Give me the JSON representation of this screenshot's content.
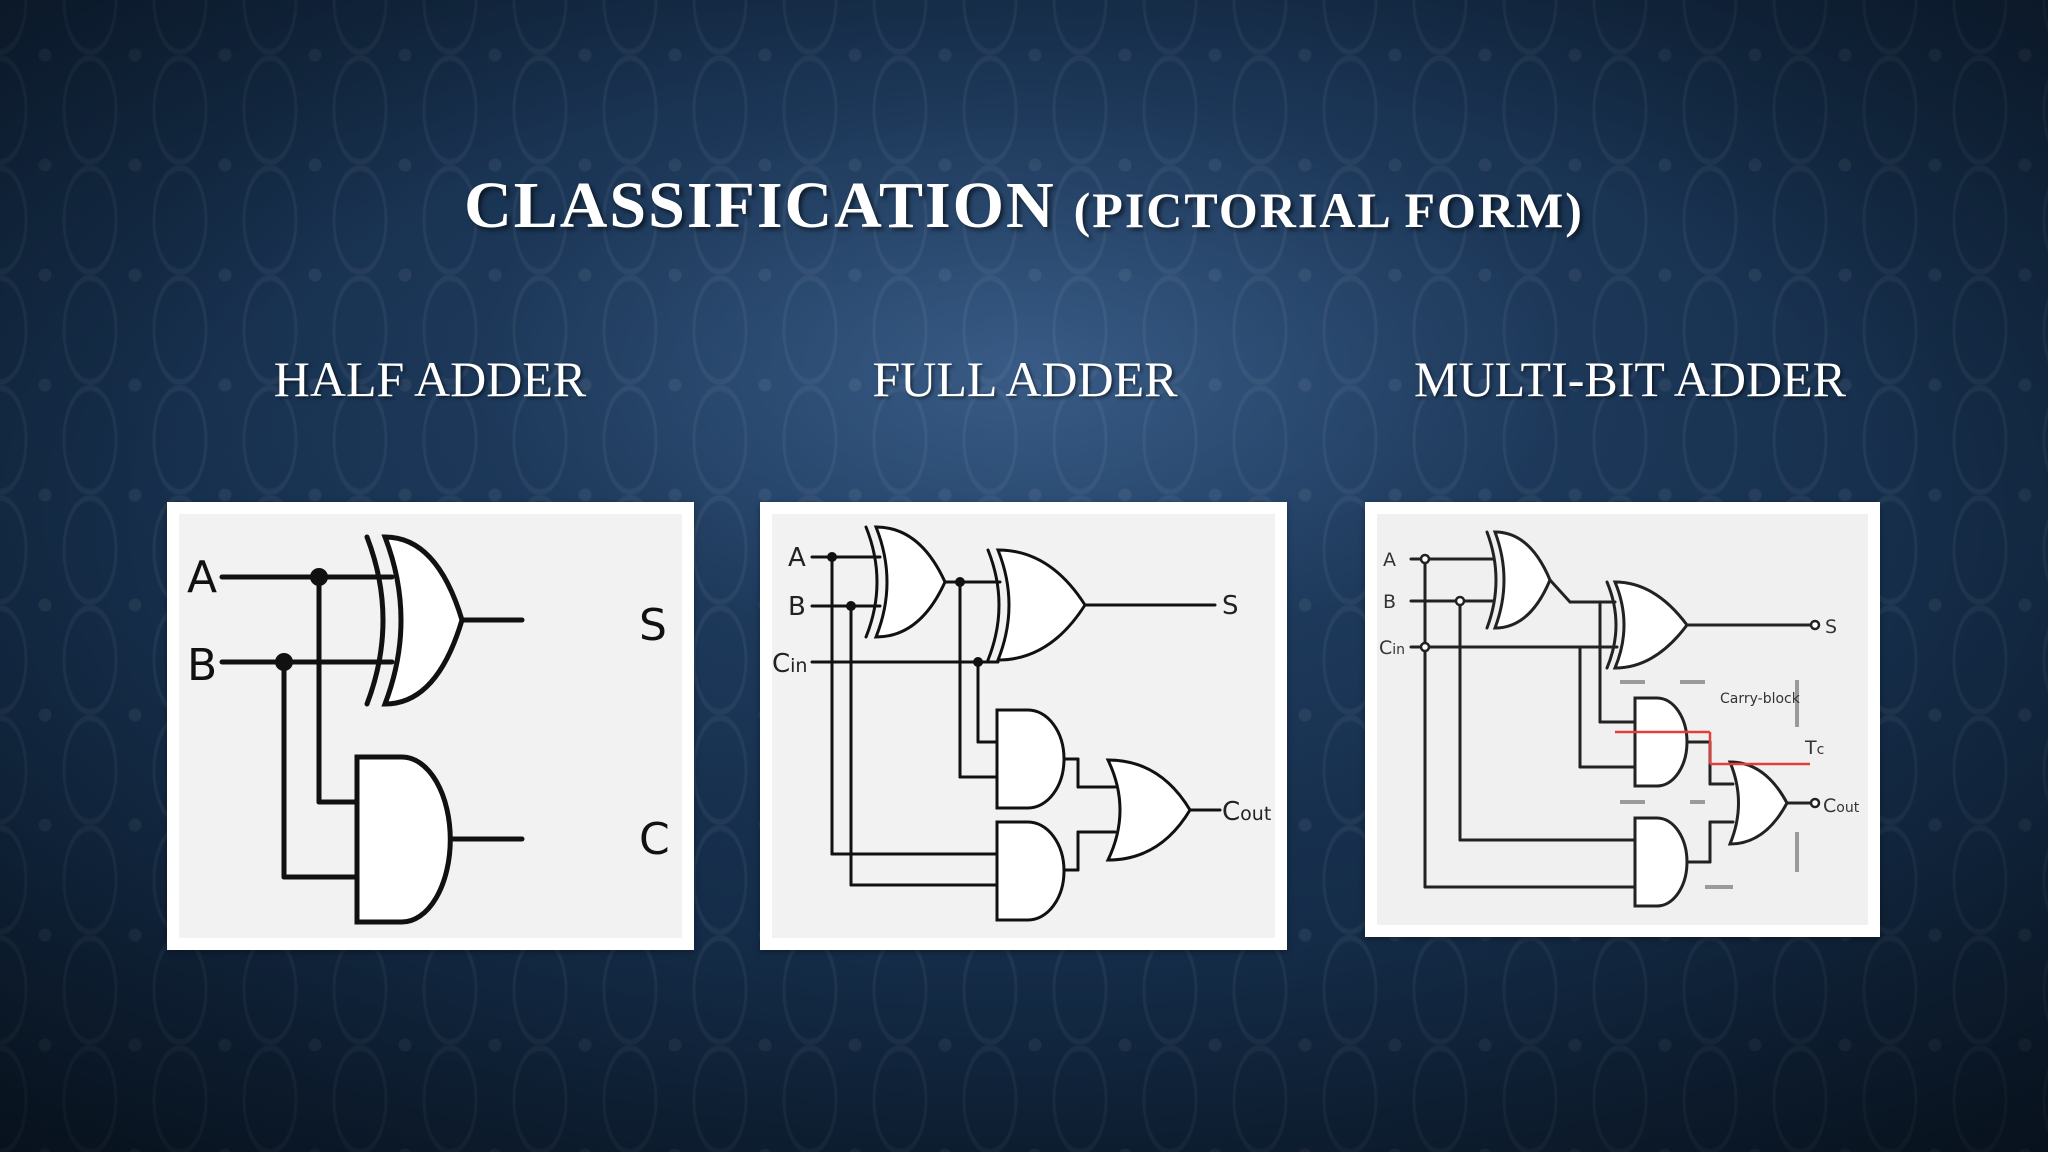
{
  "title": {
    "main": "CLASSIFICATION",
    "sub": "(PICTORIAL FORM)"
  },
  "columns": [
    {
      "heading": "HALF ADDER"
    },
    {
      "heading": "FULL ADDER"
    },
    {
      "heading": "MULTI-BIT ADDER"
    }
  ],
  "half_adder": {
    "in_a": "A",
    "in_b": "B",
    "out_s": "S",
    "out_c": "C"
  },
  "full_adder": {
    "in_a": "A",
    "in_b": "B",
    "in_c": "C",
    "in_c_sub": "in",
    "out_s": "S",
    "out_cout": "C",
    "out_cout_sub": "out"
  },
  "multi_bit_adder": {
    "in_a": "A",
    "in_b": "B",
    "in_c": "C",
    "in_c_sub": "in",
    "out_s": "S",
    "carry_block": "Carry-block",
    "tc": "T",
    "tc_sub": "c",
    "out_cout": "C",
    "out_cout_sub": "out"
  },
  "colors": {
    "highlight": "#e0403a",
    "dashes": "#9a9a9a"
  }
}
